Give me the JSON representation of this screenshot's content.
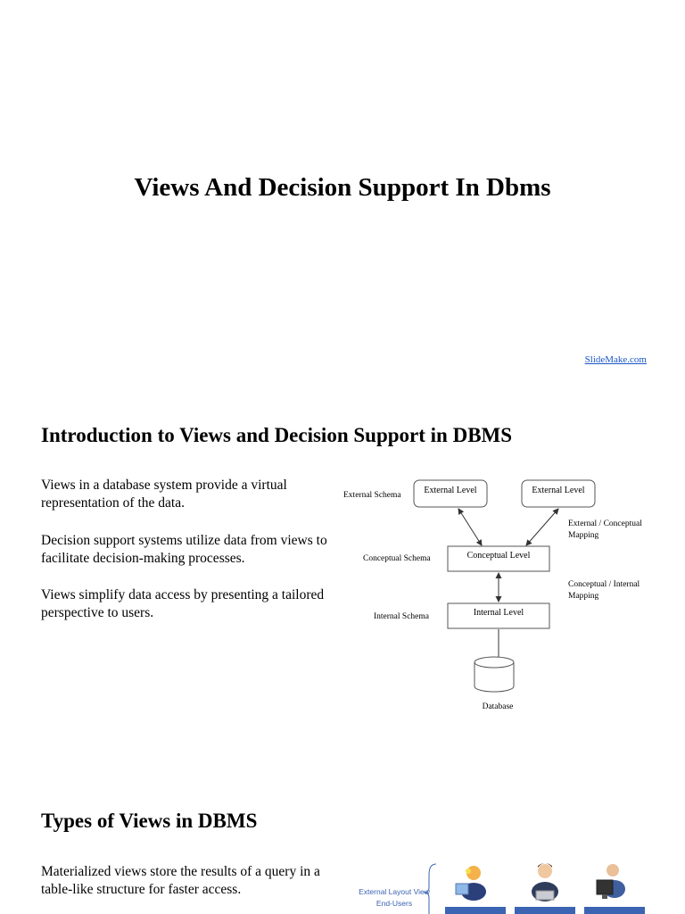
{
  "slide1": {
    "title": "Views And Decision Support In Dbms",
    "source_link": "SlideMake.com"
  },
  "slide2": {
    "heading": "Introduction to Views and Decision Support in DBMS",
    "paragraphs": [
      "Views in a database system provide a virtual representation of the data.",
      "Decision support systems utilize data from views to facilitate decision-making processes.",
      "Views simplify data access by presenting a tailored perspective to users."
    ],
    "diagram": {
      "external_schema": "External Schema",
      "external_level_1": "External Level",
      "external_level_2": "External Level",
      "external_conceptual_mapping_1": "External / Conceptual",
      "external_conceptual_mapping_2": "Mapping",
      "conceptual_schema": "Conceptual Schema",
      "conceptual_level": "Conceptual Level",
      "conceptual_internal_mapping_1": "Conceptual / Internal",
      "conceptual_internal_mapping_2": "Mapping",
      "internal_schema": "Internal Schema",
      "internal_level": "Internal Level",
      "database": "Database"
    }
  },
  "slide3": {
    "heading": "Types of Views in DBMS",
    "paragraphs": [
      "Materialized views store the results of a query in a table-like structure for faster access."
    ],
    "diagram": {
      "external_layout_view": "External Layout View",
      "end_users": "End-Users",
      "accent_color": "#3b64b3",
      "icons": [
        "user-idea-icon",
        "user-laptop-icon",
        "user-computer-icon"
      ]
    }
  }
}
